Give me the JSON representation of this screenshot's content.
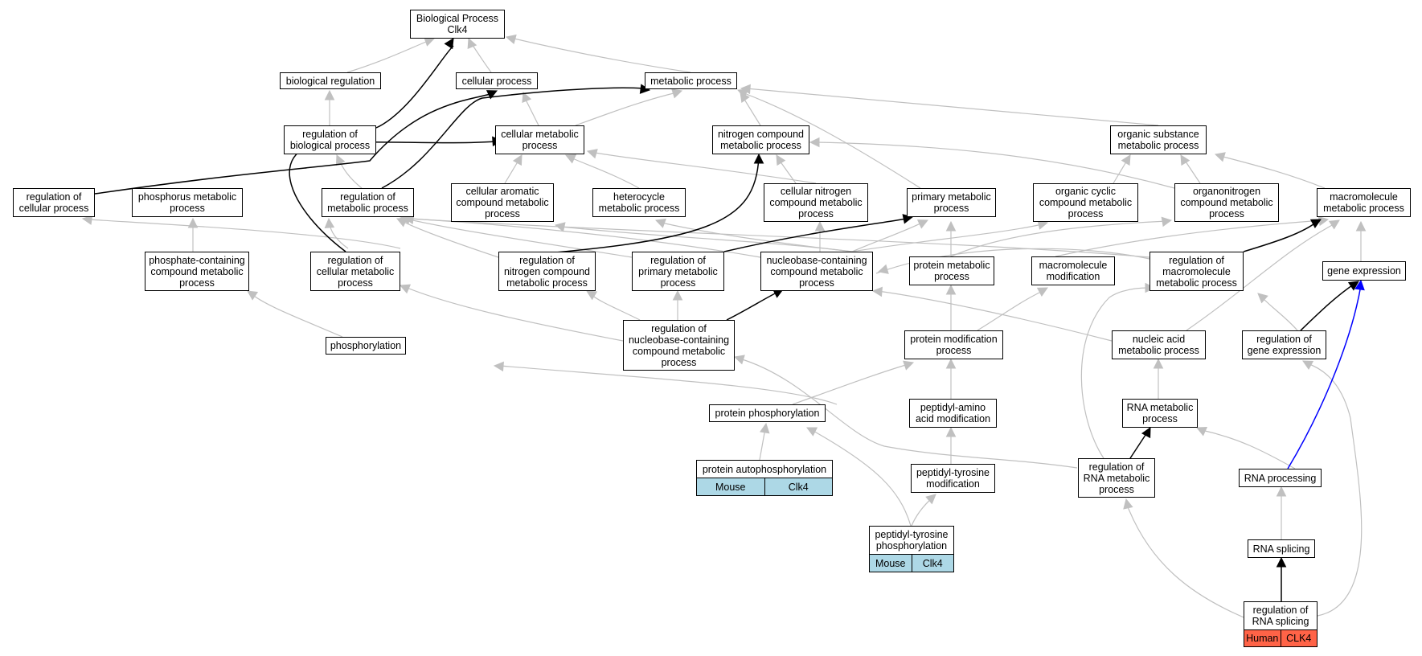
{
  "colors": {
    "gray": "#c0c0c0",
    "black": "#000000",
    "blue": "#0000ff",
    "mouse": "#add8e6",
    "human": "#ff6347"
  },
  "nodes": {
    "bp": "Biological Process\nClk4",
    "bioreg": "biological regulation",
    "cellproc": "cellular process",
    "metab": "metabolic process",
    "regbio": "regulation of\nbiological process",
    "cellmetab": "cellular metabolic\nprocess",
    "nitro": "nitrogen compound\nmetabolic process",
    "orgsub": "organic substance\nmetabolic process",
    "regcell": "regulation of\ncellular process",
    "phosmetab": "phosphorus metabolic\nprocess",
    "regmetab": "regulation of\nmetabolic process",
    "cellarom": "cellular aromatic\ncompound metabolic\nprocess",
    "hetero": "heterocycle\nmetabolic process",
    "cellnitro": "cellular nitrogen\ncompound metabolic\nprocess",
    "primary": "primary metabolic\nprocess",
    "orgcyc": "organic cyclic\ncompound metabolic\nprocess",
    "organonitro": "organonitrogen\ncompound metabolic\nprocess",
    "macro": "macromolecule\nmetabolic process",
    "phoscont": "phosphate-containing\ncompound metabolic\nprocess",
    "regcellmetab": "regulation of\ncellular metabolic\nprocess",
    "regnitro": "regulation of\nnitrogen compound\nmetabolic process",
    "regprim": "regulation of\nprimary metabolic\nprocess",
    "nucleobase": "nucleobase-containing\ncompound metabolic\nprocess",
    "protmetab": "protein metabolic\nprocess",
    "macromod": "macromolecule\nmodification",
    "regmacro": "regulation of\nmacromolecule\nmetabolic process",
    "geneexp": "gene expression",
    "phosph": "phosphorylation",
    "regnucleo": "regulation of\nnucleobase-containing\ncompound metabolic\nprocess",
    "protmod": "protein modification\nprocess",
    "nucacid": "nucleic acid\nmetabolic process",
    "reggene": "regulation of\ngene expression",
    "protphos": "protein phosphorylation",
    "peptamino": "peptidyl-amino\nacid modification",
    "rnametab": "RNA metabolic\nprocess",
    "protauto": "protein autophosphorylation",
    "pepttyrmod": "peptidyl-tyrosine\nmodification",
    "regrnametab": "regulation of\nRNA metabolic\nprocess",
    "rnaproc": "RNA processing",
    "pepttyrphos": "peptidyl-tyrosine\nphosphorylation",
    "rnasplice": "RNA splicing",
    "regrnasplice": "regulation of\nRNA splicing"
  },
  "annotations": {
    "protauto": [
      "Mouse",
      "Clk4"
    ],
    "pepttyrphos": [
      "Mouse",
      "Clk4"
    ],
    "regrnasplice": [
      "Human",
      "CLK4"
    ]
  }
}
